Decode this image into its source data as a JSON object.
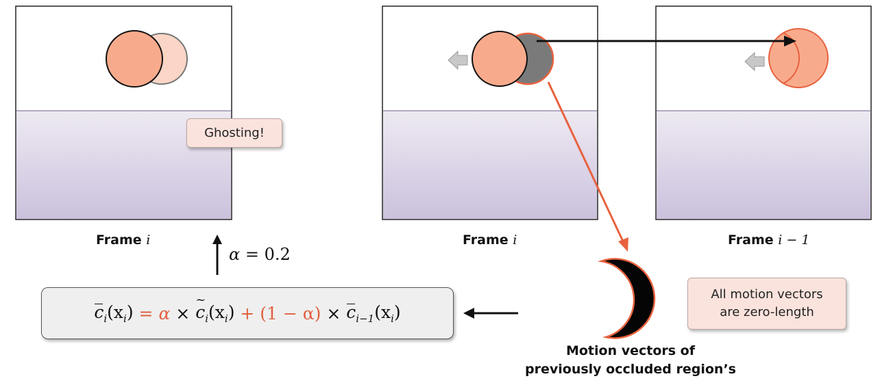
{
  "frames": [
    {
      "id": "left",
      "label_prefix": "Frame ",
      "label_var": "i"
    },
    {
      "id": "middle",
      "label_prefix": "Frame ",
      "label_var": "i"
    },
    {
      "id": "right",
      "label_prefix": "Frame ",
      "label_var": "i − 1"
    }
  ],
  "callouts": {
    "ghosting": "Ghosting!",
    "zero_length_line1": "All motion vectors",
    "zero_length_line2": "are zero-length"
  },
  "alpha": {
    "symbol": "α",
    "equals": " = 0.2"
  },
  "equation": {
    "lhs_c": "c",
    "lhs_sub": "i",
    "lhs_arg": "(x",
    "lhs_arg_sub": "i",
    "lhs_close": ")",
    "eq": " = ",
    "alpha1": "α",
    "times1": " × ",
    "c2": "c",
    "c2_sub": "i",
    "arg2": "(x",
    "arg2_sub": "i",
    "close2": ")",
    "plus": " + ",
    "paren": "(1 − α)",
    "times2": " × ",
    "c3": "c",
    "c3_sub": "i−1",
    "arg3": "(x",
    "arg3_sub": "i",
    "close3": ")"
  },
  "caption": {
    "line1": "Motion vectors of",
    "line2": "previously occluded region’s"
  },
  "colors": {
    "circle_fill": "#f8ab8c",
    "circle_ghost": "#fbd3c3",
    "accent": "#e8623f",
    "floor_top": "#ebe7f0",
    "floor_bottom": "#cdc3de",
    "occluded_gray": "#7a7a7a"
  }
}
